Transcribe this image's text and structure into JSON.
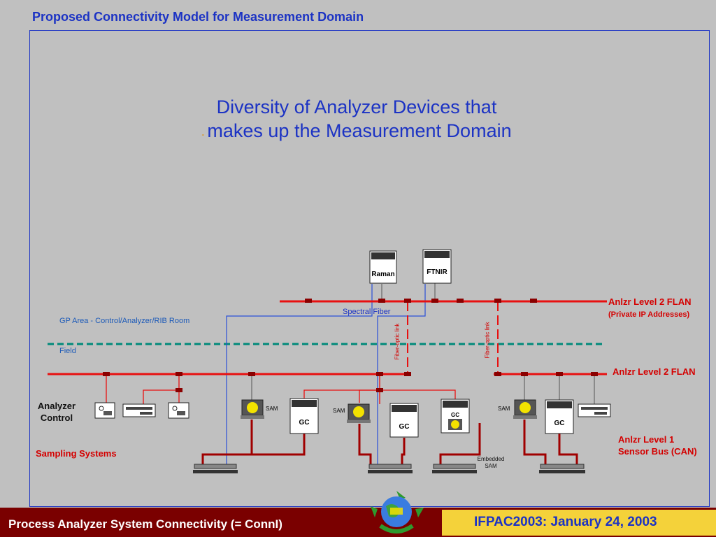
{
  "header": {
    "title": "Proposed Connectivity Model for Measurement Domain"
  },
  "heading": {
    "line1": "Diversity of Analyzer Devices that",
    "dash": "-",
    "line2": "makes up the Measurement Domain"
  },
  "labels": {
    "gp_area": "GP Area - Control/Analyzer/RIB Room",
    "field": "Field",
    "spectral_fiber": "Spectral Fiber",
    "fiber_optic_1": "Fiber-optic link",
    "fiber_optic_2": "Fiber-optic link",
    "flan_top": "Anlzr Level 2 FLAN",
    "flan_top_sub": "(Private IP Addresses)",
    "flan_mid": "Anlzr Level 2 FLAN",
    "level1_line1": "Anlzr Level 1",
    "level1_line2": "Sensor Bus (CAN)",
    "analyzer_control_1": "Analyzer",
    "analyzer_control_2": "Control",
    "sampling_systems": "Sampling Systems",
    "embedded_sam_1": "Embedded",
    "embedded_sam_2": "SAM"
  },
  "devices": {
    "raman": "Raman",
    "ftnir": "FTNIR",
    "gc": "GC",
    "sam": "SAM"
  },
  "footer": {
    "left": "Process Analyzer System Connectivity  (= ConnI)",
    "right": "IFPAC2003: January 24, 2003"
  },
  "colors": {
    "network_red": "#e81010",
    "title_blue": "#1c33c4",
    "field_divider": "#008a7a",
    "footer_bg": "#7a0000",
    "footer_right_bg": "#f4d23a"
  }
}
